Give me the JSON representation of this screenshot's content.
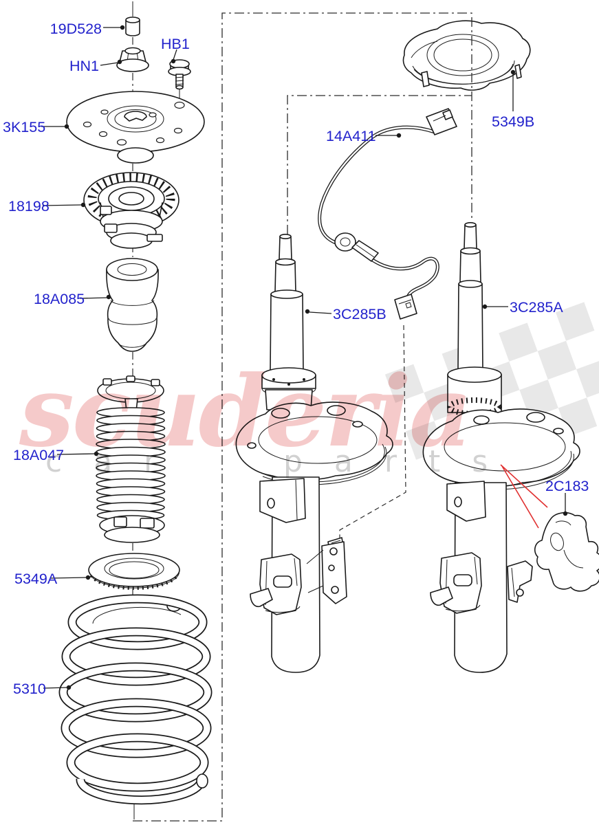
{
  "parts": [
    "19D528",
    "HN1",
    "HB1",
    "3K155",
    "18198",
    "18A085",
    "18A047",
    "5349A",
    "5310",
    "14A411",
    "5349B",
    "3C285B",
    "3C285A",
    "2C183"
  ],
  "watermark": {
    "brand": "scuderia",
    "tagline_word1": "car",
    "tagline_word2": "parts"
  },
  "colors": {
    "label_blue": "#2222cc",
    "line_black": "#1a1a1a",
    "highlight_red": "#e03030",
    "watermark_pink": "#e98a8a",
    "watermark_gray": "#c6c6c6",
    "flag_gray": "#dedede"
  }
}
